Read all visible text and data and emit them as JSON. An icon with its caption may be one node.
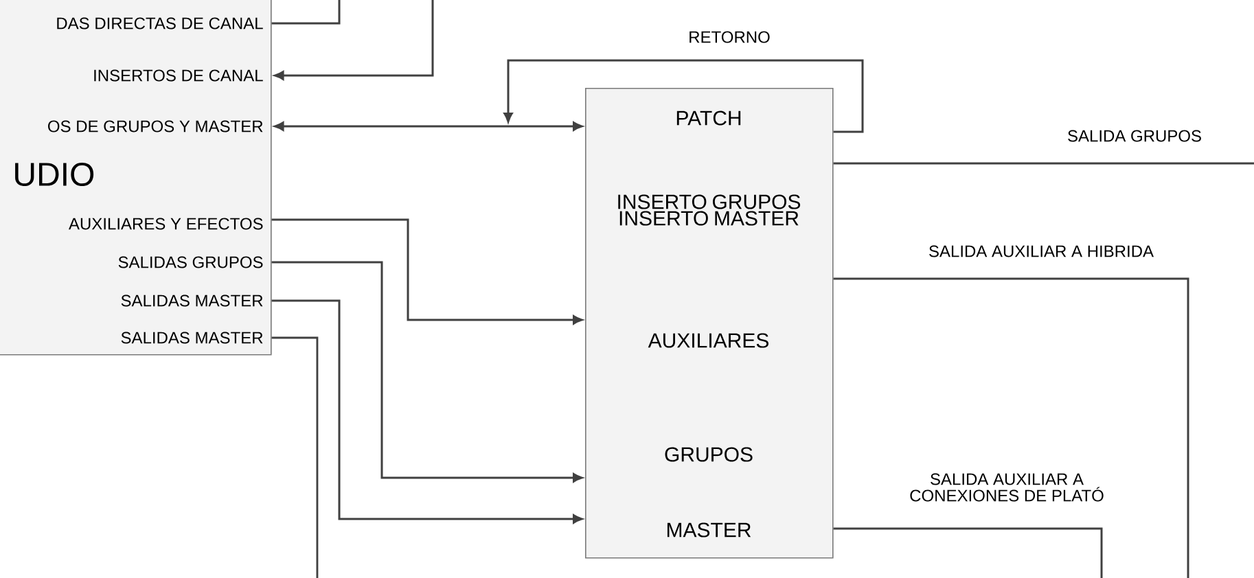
{
  "diagram": {
    "nodes": [
      {
        "text": [
          "DAS DIRECTAS DE CANAL",
          "INSERTOS DE CANAL",
          "OS DE GRUPOS Y MASTER",
          "UDIO",
          "AUXILIARES Y EFECTOS",
          "SALIDAS GRUPOS",
          "SALIDAS MASTER",
          "SALIDAS MASTER"
        ]
      },
      {
        "text": [
          "PATCH",
          "INSERTO GRUPOS INSERTO MASTER",
          "AUXILIARES",
          "GRUPOS",
          "MASTER"
        ]
      }
    ],
    "edges": [
      {
        "from": 0,
        "to": null,
        "arrow": "none"
      },
      {
        "from": null,
        "to": 0,
        "arrow": "to"
      },
      {
        "from": 0,
        "to": 1,
        "arrow": "both"
      },
      {
        "from": 1,
        "to": null,
        "arrow": "to",
        "label": "RETORNO"
      },
      {
        "from": 0,
        "to": 1,
        "arrow": "to"
      },
      {
        "from": 0,
        "to": 1,
        "arrow": "to"
      },
      {
        "from": 0,
        "to": 1,
        "arrow": "to"
      },
      {
        "from": 0,
        "to": null,
        "arrow": "none"
      },
      {
        "from": 1,
        "to": null,
        "arrow": "none",
        "label": "SALIDA GRUPOS"
      },
      {
        "from": 1,
        "to": null,
        "arrow": "none",
        "label": "SALIDA AUXILIAR A HIBRIDA"
      },
      {
        "from": 1,
        "to": null,
        "arrow": "none",
        "label": "SALIDA AUXILIAR A CONEXIONES DE PLATÓ"
      }
    ]
  }
}
